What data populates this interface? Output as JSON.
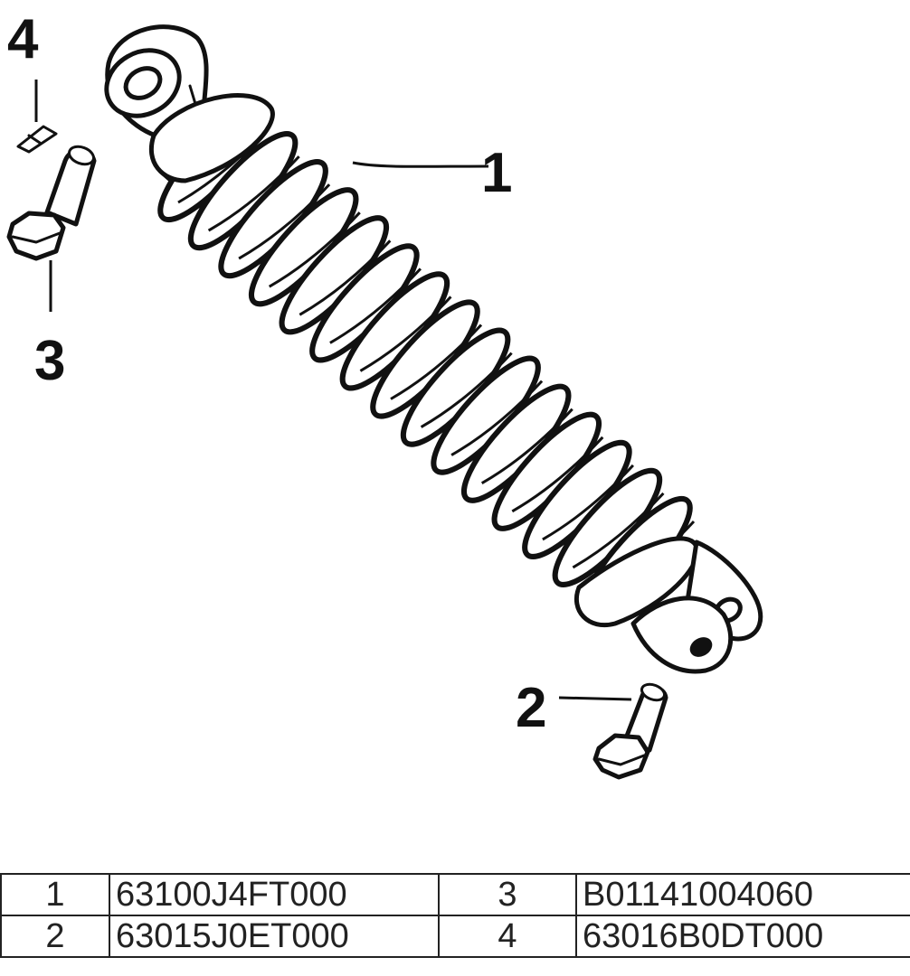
{
  "diagram": {
    "callouts": {
      "shock_absorber": "1",
      "lower_bolt": "2",
      "upper_bolt": "3",
      "clip": "4"
    }
  },
  "parts_table": {
    "rows": [
      {
        "left_no": "1",
        "left_part": "63100J4FT000",
        "right_no": "3",
        "right_part": "B01141004060"
      },
      {
        "left_no": "2",
        "left_part": "63015J0ET000",
        "right_no": "4",
        "right_part": "63016B0DT000"
      }
    ]
  }
}
